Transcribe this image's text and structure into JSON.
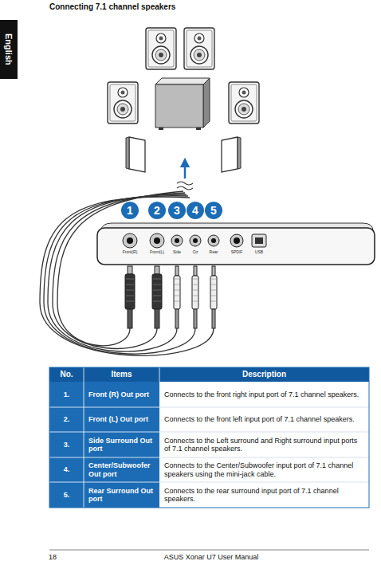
{
  "diagram": {
    "title": "Connecting 7.1 channel speakers",
    "nodes": [
      {
        "text": [
          "English"
        ]
      },
      {
        "text": [
          "1"
        ]
      },
      {
        "text": [
          "2"
        ]
      },
      {
        "text": [
          "3"
        ]
      },
      {
        "text": [
          "4"
        ]
      },
      {
        "text": [
          "5"
        ]
      }
    ],
    "labels": [
      "Front(R)",
      "Front(L)",
      "Side",
      "Ctr",
      "Rear",
      "SPDIF",
      "USB",
      "No.",
      "Items",
      "Description",
      "1.",
      "Front (R) Out port",
      "Connects to the front right input port of 7.1 channel speakers.",
      "2.",
      "Front (L) Out port",
      "Connects to the front left input port of 7.1 channel speakers.",
      "3.",
      "Side Surround Out port",
      "Connects to the Left surround and Right surround input ports of 7.1 channel speakers.",
      "4.",
      "Center/Subwoofer Out port",
      "Connects to the Center/Subwoofer input port of 7.1 channel speakers using the mini-jack cable.",
      "5.",
      "Rear Surround Out port",
      "Connects to the rear surround input port of 7.1 channel speakers.",
      "18",
      "ASUS Xonar U7 User Manual"
    ]
  }
}
